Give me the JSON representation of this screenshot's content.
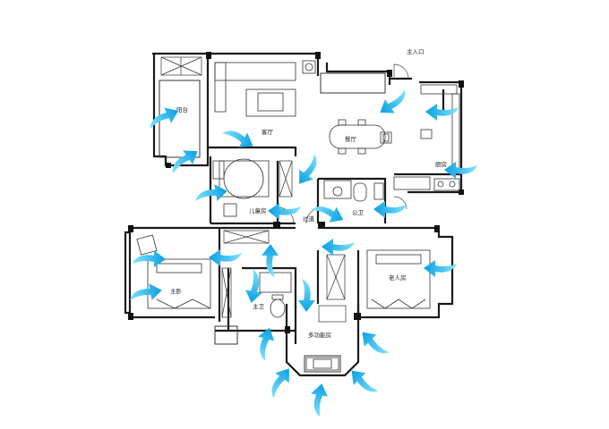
{
  "labels": {
    "entrance": "主入口",
    "balcony": "阳台",
    "living": "客厅",
    "dining": "餐厅",
    "kitchen": "厨房",
    "kids_room": "儿童房",
    "corridor": "过道",
    "public_bath": "公卫",
    "master_bedroom": "主卧",
    "master_bath": "主卫",
    "elder_room": "老人房",
    "multi_room": "多功能房"
  },
  "colors": {
    "wall": "#1a1a1a",
    "arrow_light": "#7fe3ff",
    "arrow_dark": "#0a9fe0"
  },
  "icons": {
    "airflow": "blue-airflow-arrow-icon"
  }
}
